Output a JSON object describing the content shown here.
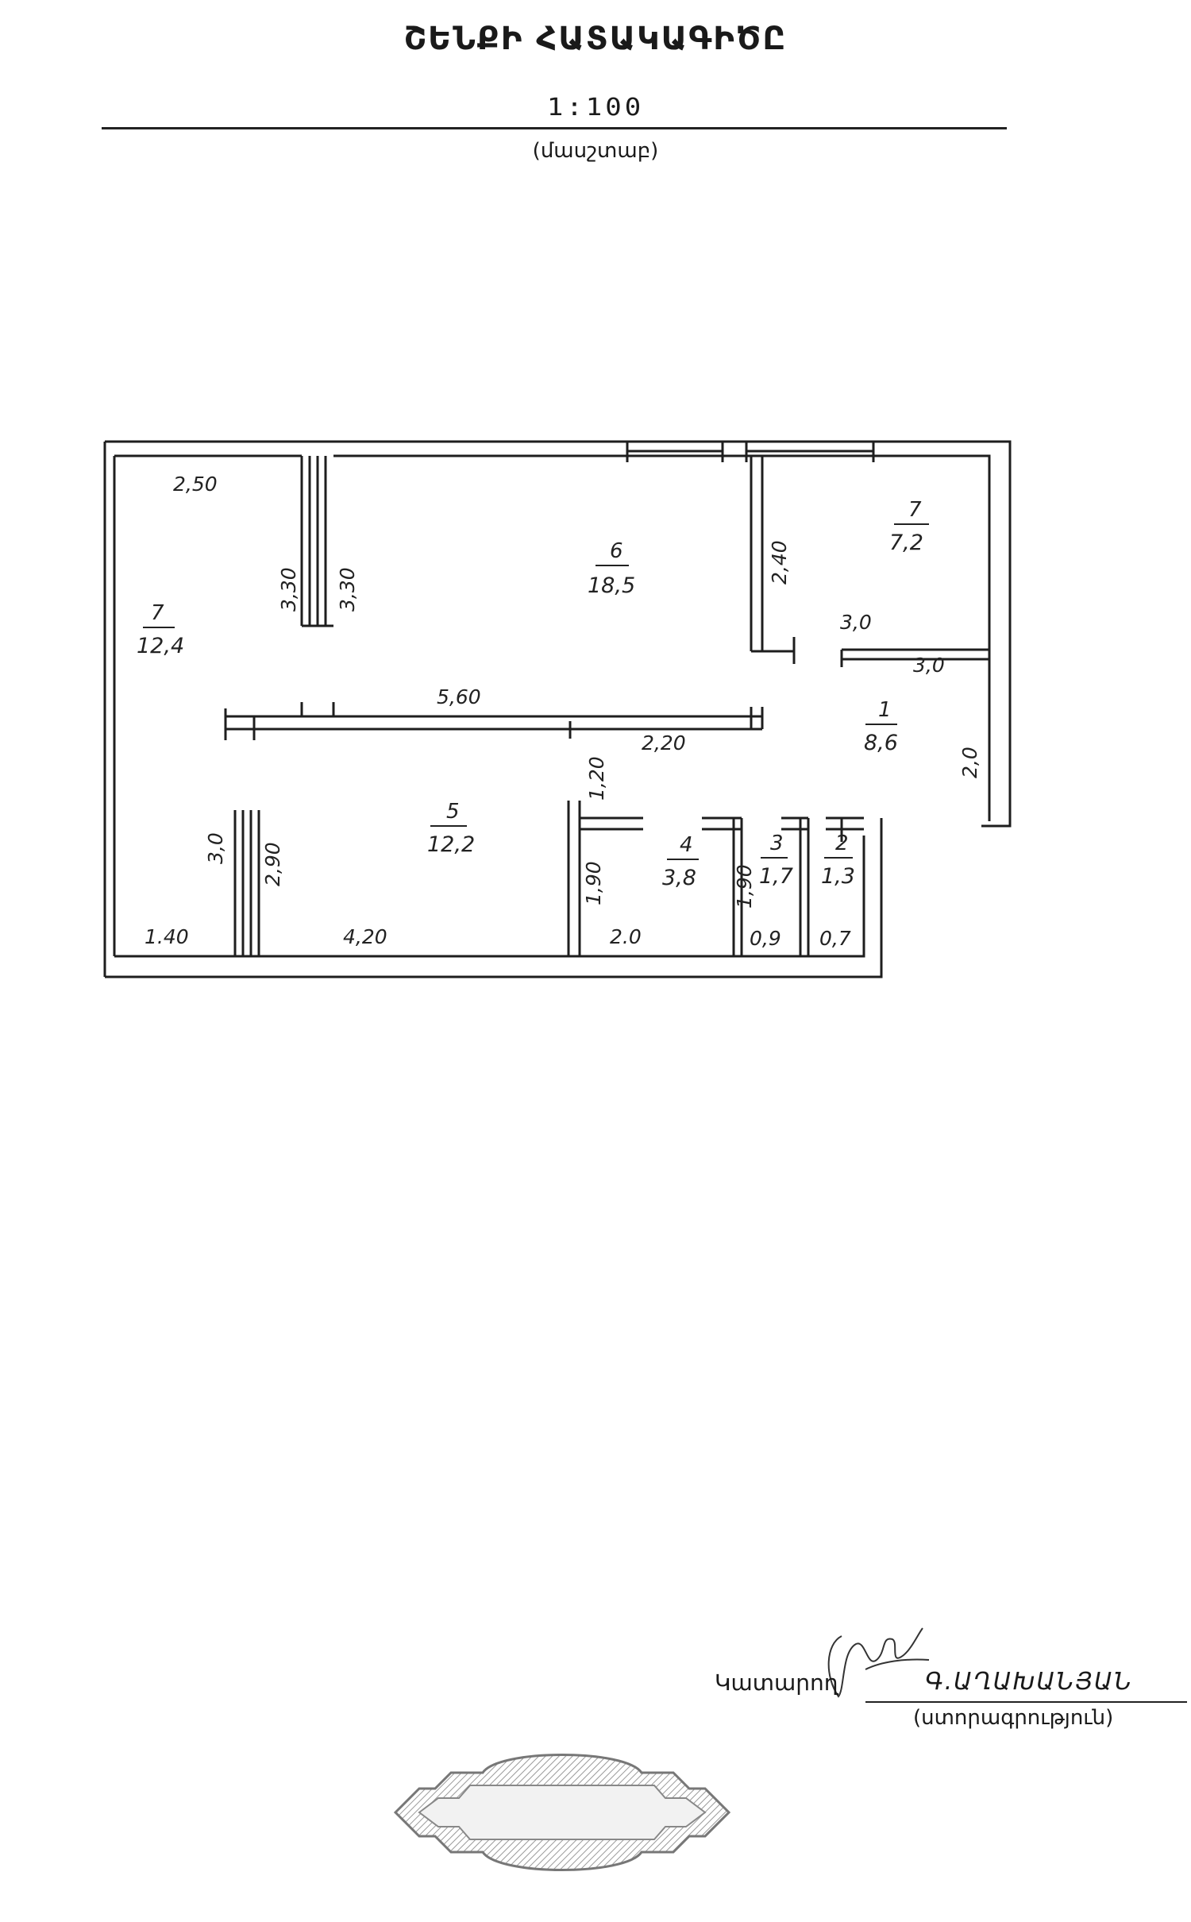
{
  "header": {
    "title": "ՇԵՆՔԻ ՀԱՏԱԿԱԳԻԾԸ",
    "scale": "1:100",
    "scale_caption": "(մասշտաբ)"
  },
  "plan": {
    "rooms": [
      {
        "id": "1",
        "number": "1",
        "area": "8,6"
      },
      {
        "id": "2",
        "number": "2",
        "area": "1,3"
      },
      {
        "id": "3",
        "number": "3",
        "area": "1,7"
      },
      {
        "id": "4",
        "number": "4",
        "area": "3,8"
      },
      {
        "id": "5",
        "number": "5",
        "area": "12,2"
      },
      {
        "id": "6",
        "number": "6",
        "area": "18,5"
      },
      {
        "id": "7",
        "number": "7",
        "area": "7,2"
      },
      {
        "id": "8",
        "number": "7",
        "area": "12,4"
      }
    ],
    "dimensions": {
      "d_2_50": "2,50",
      "d_3_30_a": "3,30",
      "d_3_30_b": "3,30",
      "d_2_40": "2,40",
      "d_3_0_a": "3,0",
      "d_3_0_b": "3,0",
      "d_5_60": "5,60",
      "d_2_20": "2,20",
      "d_1_20": "1,20",
      "d_2_0_vert": "2,0",
      "d_3_0_left": "3,0",
      "d_2_90": "2,90",
      "d_1_90": "1,90",
      "d_1_90_b": "1,90",
      "d_1_40": "1.40",
      "d_4_20": "4,20",
      "d_2_0": "2.0",
      "d_0_9": "0,9",
      "d_0_7": "0,7"
    }
  },
  "footer": {
    "label": "Կատարող",
    "name": "Գ.ԱՂԱԽԱՆՅԱՆ",
    "caption": "(ստորագրություն)"
  }
}
